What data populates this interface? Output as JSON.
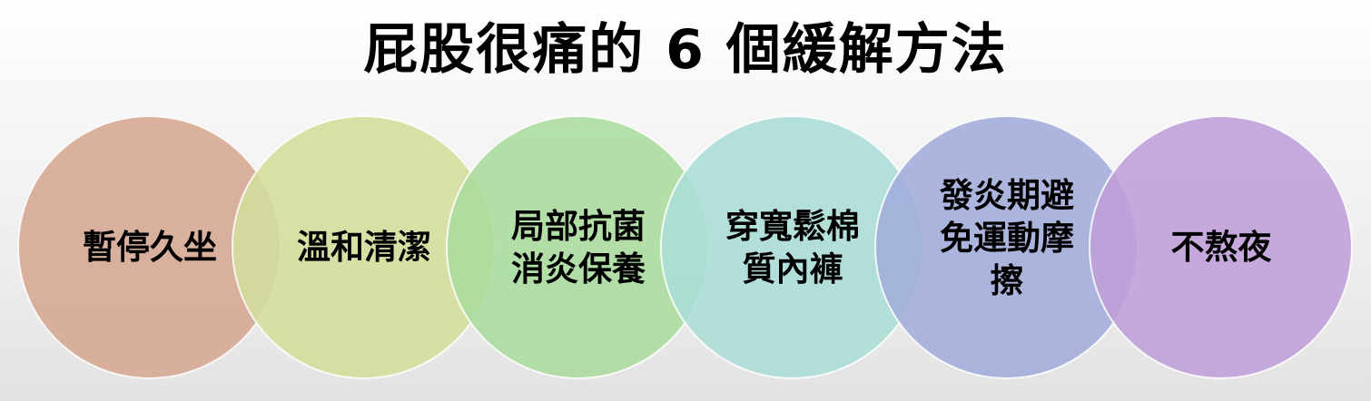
{
  "title": "屁股很痛的 6 個緩解方法",
  "items": [
    {
      "label": "暫停久坐",
      "color": "#D6A892"
    },
    {
      "label": "溫和清潔",
      "color": "#D5DE9C"
    },
    {
      "label": "局部抗菌\n消炎保養",
      "color": "#ABDC9E"
    },
    {
      "label": "穿寬鬆棉\n質內褲",
      "color": "#ACDED8"
    },
    {
      "label": "發炎期避\n免運動摩\n擦",
      "color": "#A2ADDB"
    },
    {
      "label": "不熬夜",
      "color": "#C0A0DA"
    }
  ]
}
